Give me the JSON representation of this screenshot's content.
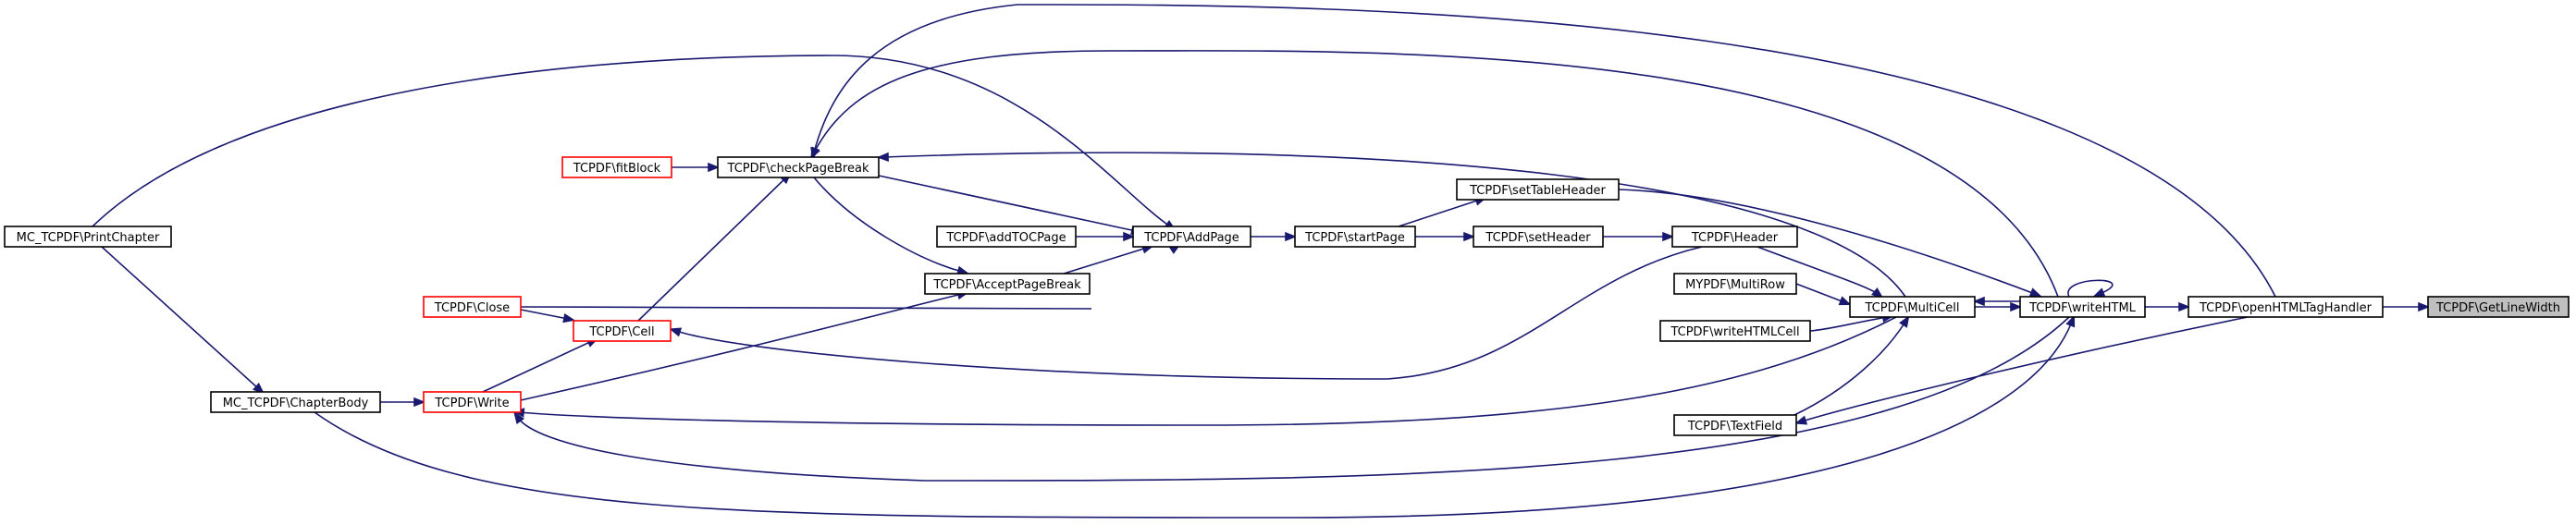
{
  "nodes": [
    {
      "id": "getLineWidth",
      "label": "TCPDF\\GetLineWidth",
      "style": "focus"
    },
    {
      "id": "openHTMLTagHandler",
      "label": "TCPDF\\openHTMLTagHandler",
      "style": "normal"
    },
    {
      "id": "writeHTML",
      "label": "TCPDF\\writeHTML",
      "style": "normal"
    },
    {
      "id": "multiCell",
      "label": "TCPDF\\MultiCell",
      "style": "normal"
    },
    {
      "id": "textField",
      "label": "TCPDF\\TextField",
      "style": "normal"
    },
    {
      "id": "mypdfMultiRow",
      "label": "MYPDF\\MultiRow",
      "style": "normal"
    },
    {
      "id": "writeHTMLCell",
      "label": "TCPDF\\writeHTMLCell",
      "style": "normal"
    },
    {
      "id": "header",
      "label": "TCPDF\\Header",
      "style": "normal"
    },
    {
      "id": "setHeader",
      "label": "TCPDF\\setHeader",
      "style": "normal"
    },
    {
      "id": "setTableHeader",
      "label": "TCPDF\\setTableHeader",
      "style": "normal"
    },
    {
      "id": "startPage",
      "label": "TCPDF\\startPage",
      "style": "normal"
    },
    {
      "id": "addPage",
      "label": "TCPDF\\AddPage",
      "style": "normal"
    },
    {
      "id": "addTOCPage",
      "label": "TCPDF\\addTOCPage",
      "style": "normal"
    },
    {
      "id": "acceptPageBreak",
      "label": "TCPDF\\AcceptPageBreak",
      "style": "normal"
    },
    {
      "id": "checkPageBreak",
      "label": "TCPDF\\checkPageBreak",
      "style": "normal"
    },
    {
      "id": "fitBlock",
      "label": "TCPDF\\fitBlock",
      "style": "red"
    },
    {
      "id": "close",
      "label": "TCPDF\\Close",
      "style": "red"
    },
    {
      "id": "cell",
      "label": "TCPDF\\Cell",
      "style": "red"
    },
    {
      "id": "write",
      "label": "TCPDF\\Write",
      "style": "red"
    },
    {
      "id": "chapterBody",
      "label": "MC_TCPDF\\ChapterBody",
      "style": "normal"
    },
    {
      "id": "printChapter",
      "label": "MC_TCPDF\\PrintChapter",
      "style": "normal"
    }
  ],
  "edges": [
    {
      "from": "openHTMLTagHandler",
      "to": "getLineWidth"
    },
    {
      "from": "writeHTML",
      "to": "openHTMLTagHandler"
    },
    {
      "from": "writeHTML",
      "to": "writeHTML"
    },
    {
      "from": "multiCell",
      "to": "writeHTML"
    },
    {
      "from": "writeHTML",
      "to": "multiCell"
    },
    {
      "from": "setTableHeader",
      "to": "writeHTML"
    },
    {
      "from": "writeHTML",
      "to": "checkPageBreak"
    },
    {
      "from": "writeHTML",
      "to": "write"
    },
    {
      "from": "chapterBody",
      "to": "writeHTML"
    },
    {
      "from": "openHTMLTagHandler",
      "to": "checkPageBreak"
    },
    {
      "from": "openHTMLTagHandler",
      "to": "textField"
    },
    {
      "from": "multiCell",
      "to": "checkPageBreak"
    },
    {
      "from": "multiCell",
      "to": "write"
    },
    {
      "from": "header",
      "to": "multiCell"
    },
    {
      "from": "mypdfMultiRow",
      "to": "multiCell"
    },
    {
      "from": "writeHTMLCell",
      "to": "multiCell"
    },
    {
      "from": "textField",
      "to": "multiCell"
    },
    {
      "from": "header",
      "to": "cell"
    },
    {
      "from": "setHeader",
      "to": "header"
    },
    {
      "from": "startPage",
      "to": "setHeader"
    },
    {
      "from": "startPage",
      "to": "setTableHeader"
    },
    {
      "from": "addPage",
      "to": "startPage"
    },
    {
      "from": "addTOCPage",
      "to": "addPage"
    },
    {
      "from": "acceptPageBreak",
      "to": "addPage"
    },
    {
      "from": "checkPageBreak",
      "to": "addPage"
    },
    {
      "from": "printChapter",
      "to": "addPage"
    },
    {
      "from": "close",
      "to": "addPage"
    },
    {
      "from": "checkPageBreak",
      "to": "acceptPageBreak"
    },
    {
      "from": "write",
      "to": "acceptPageBreak"
    },
    {
      "from": "fitBlock",
      "to": "checkPageBreak"
    },
    {
      "from": "cell",
      "to": "checkPageBreak"
    },
    {
      "from": "close",
      "to": "cell"
    },
    {
      "from": "write",
      "to": "cell"
    },
    {
      "from": "chapterBody",
      "to": "write"
    },
    {
      "from": "printChapter",
      "to": "chapterBody"
    }
  ]
}
